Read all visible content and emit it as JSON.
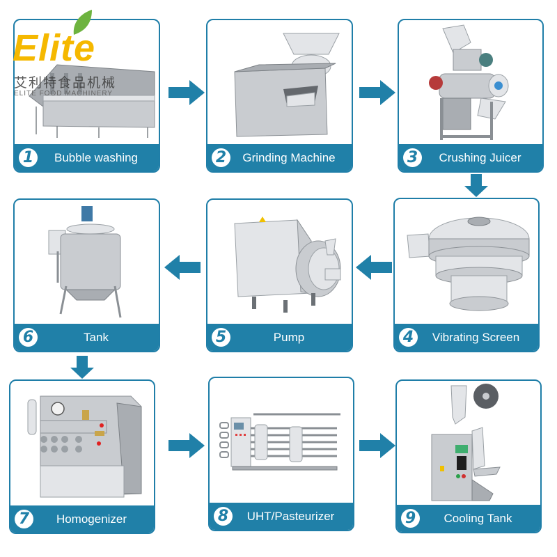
{
  "brand": {
    "name": "Elite",
    "chinese_name": "艾利特食品机械",
    "english_name": "ELITE FOOD MACHINERY",
    "colors": {
      "wordmark": "#f5b800",
      "leaf": "#6db33f"
    }
  },
  "theme": {
    "card_border": "#1f7ea8",
    "label_bar": "#2080a8",
    "arrow": "#2080a8"
  },
  "steps": [
    {
      "number": "1",
      "label": "Bubble washing",
      "icon": "bubble-washer-machine"
    },
    {
      "number": "2",
      "label": "Grinding Machine",
      "icon": "grinding-machine"
    },
    {
      "number": "3",
      "label": "Crushing Juicer",
      "icon": "crushing-juicer-machine"
    },
    {
      "number": "4",
      "label": "Vibrating Screen",
      "icon": "vibrating-screen-machine"
    },
    {
      "number": "5",
      "label": "Pump",
      "icon": "centrifugal-pump"
    },
    {
      "number": "6",
      "label": "Tank",
      "icon": "mixing-tank"
    },
    {
      "number": "7",
      "label": "Homogenizer",
      "icon": "homogenizer-machine"
    },
    {
      "number": "8",
      "label": "UHT/Pasteurizer",
      "icon": "uht-pasteurizer"
    },
    {
      "number": "9",
      "label": "Cooling Tank",
      "icon": "packing-machine"
    }
  ],
  "flow": [
    {
      "from": "1",
      "to": "2",
      "direction": "right"
    },
    {
      "from": "2",
      "to": "3",
      "direction": "right"
    },
    {
      "from": "3",
      "to": "4",
      "direction": "down"
    },
    {
      "from": "4",
      "to": "5",
      "direction": "left"
    },
    {
      "from": "5",
      "to": "6",
      "direction": "left"
    },
    {
      "from": "6",
      "to": "7",
      "direction": "down"
    },
    {
      "from": "7",
      "to": "8",
      "direction": "right"
    },
    {
      "from": "8",
      "to": "9",
      "direction": "right"
    }
  ]
}
